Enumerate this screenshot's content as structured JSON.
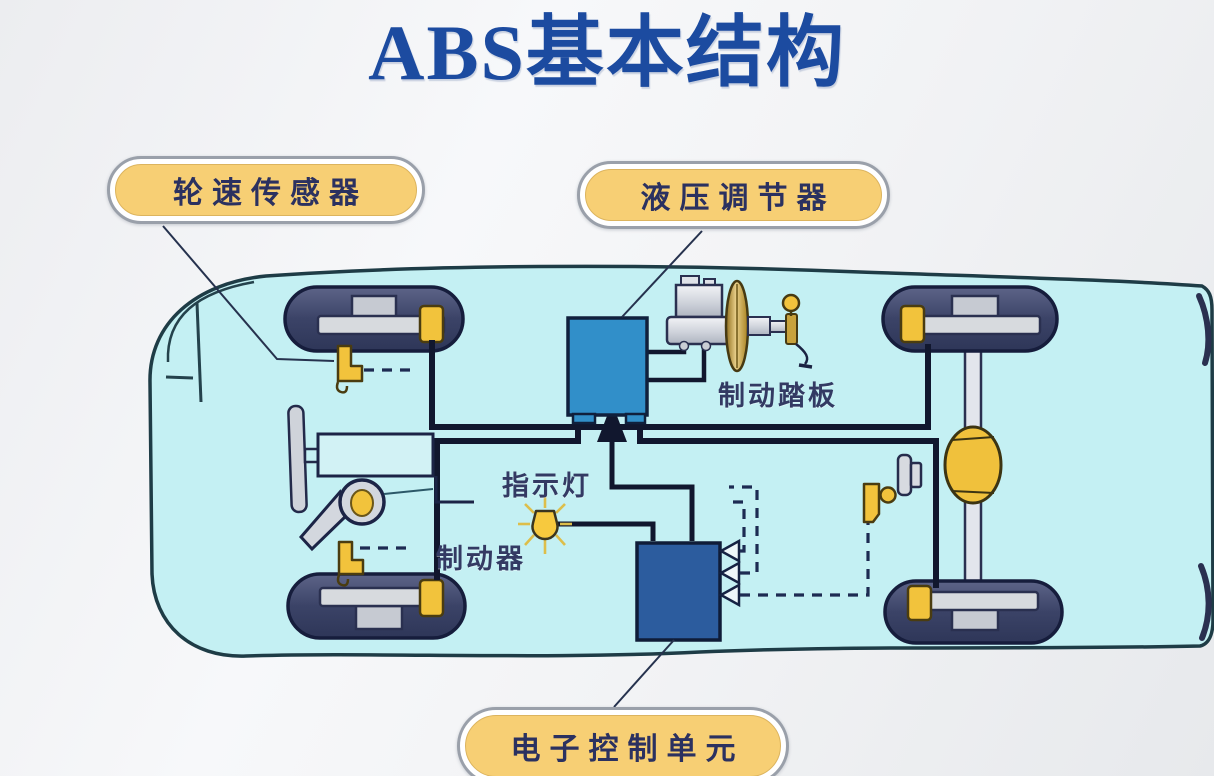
{
  "title": "ABS基本结构",
  "callouts": {
    "wheel_speed_sensor": "轮速传感器",
    "hydraulic_regulator": "液压调节器",
    "electronic_control_unit": "电子控制单元"
  },
  "inline_labels": {
    "brake_pedal": "制动踏板",
    "indicator_light": "指示灯",
    "brake": "制动器"
  },
  "colors": {
    "title_blue": "#1c4ba0",
    "car_body_cyan": "#c4f0f3",
    "wheel_navy": "#3c4468",
    "component_yellow": "#f2c33c",
    "modulator_blue": "#318fc9",
    "ecu_blue": "#2c5c9e",
    "callout_fill": "#f7cf74",
    "brake_line_dark": "#11172e"
  },
  "icons": {
    "indicator_bulb": "glowing-bulb-icon",
    "flow_arrow": "up-arrow-into-modulator",
    "ecu_inputs": "three-left-arrowheads"
  }
}
